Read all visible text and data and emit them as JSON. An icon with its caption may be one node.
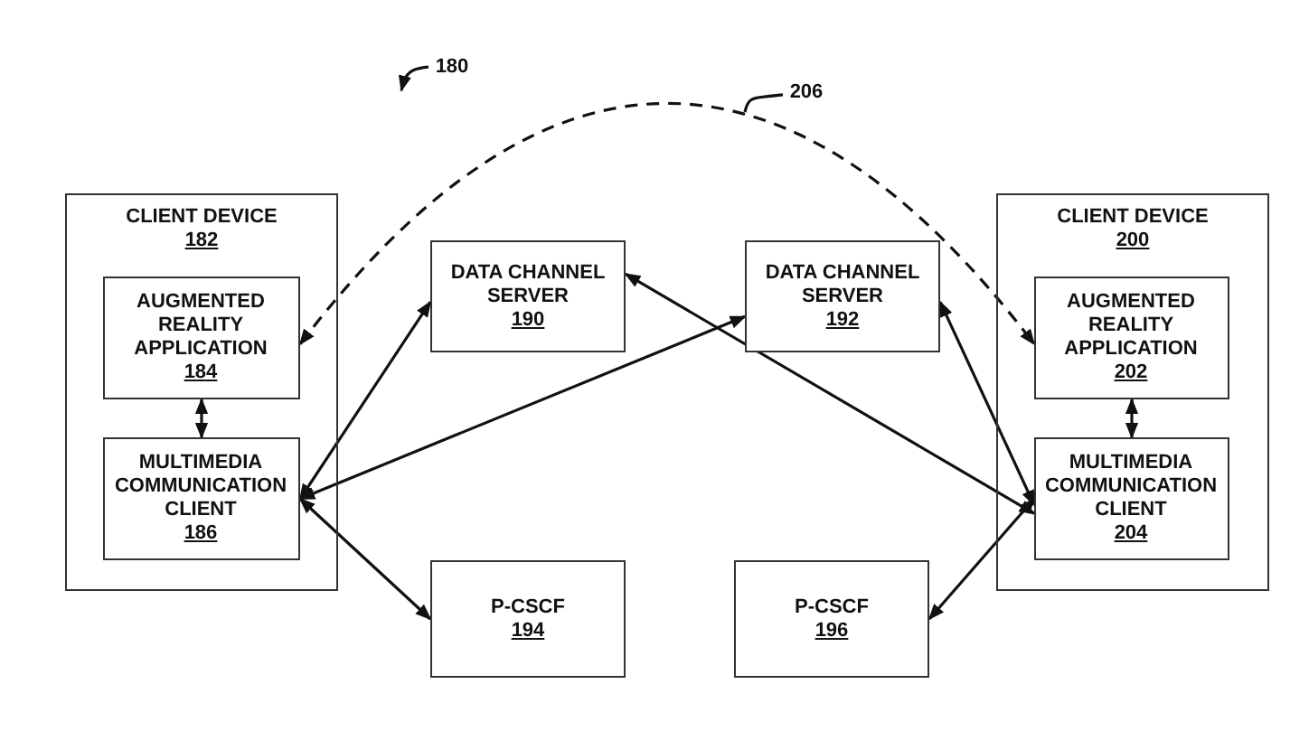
{
  "diagram": {
    "nodes": [
      {
        "text": [
          "CLIENT DEVICE",
          "182"
        ]
      },
      {
        "text": [
          "AUGMENTED REALITY APPLICATION",
          "184"
        ],
        "in": 0
      },
      {
        "text": [
          "MULTIMEDIA COMMUNICATION CLIENT",
          "186"
        ],
        "in": 0
      },
      {
        "text": [
          "DATA CHANNEL SERVER",
          "190"
        ]
      },
      {
        "text": [
          "DATA CHANNEL SERVER",
          "192"
        ]
      },
      {
        "text": [
          "CLIENT DEVICE",
          "200"
        ]
      },
      {
        "text": [
          "AUGMENTED REALITY APPLICATION",
          "202"
        ],
        "in": 5
      },
      {
        "text": [
          "MULTIMEDIA COMMUNICATION CLIENT",
          "204"
        ],
        "in": 5
      },
      {
        "text": [
          "P-CSCF",
          "194"
        ]
      },
      {
        "text": [
          "P-CSCF",
          "196"
        ]
      },
      {
        "text": [
          "206"
        ]
      },
      {
        "text": [
          "180"
        ]
      }
    ],
    "edges": [
      {
        "from": 1,
        "to": 2,
        "arrow": "both"
      },
      {
        "from": 2,
        "to": 3,
        "arrow": "both"
      },
      {
        "from": 2,
        "to": 4,
        "arrow": "both"
      },
      {
        "from": 3,
        "to": 7,
        "arrow": "both"
      },
      {
        "from": 4,
        "to": 7,
        "arrow": "both"
      },
      {
        "from": 2,
        "to": 8,
        "arrow": "both"
      },
      {
        "from": 7,
        "to": 9,
        "arrow": "both"
      },
      {
        "from": 6,
        "to": 7,
        "arrow": "both"
      },
      {
        "from": 1,
        "to": 6,
        "arrow": "both",
        "style": "dashed"
      },
      {
        "from": 10,
        "to": null,
        "arrow": "none"
      },
      {
        "from": 11,
        "to": null,
        "arrow": "to"
      }
    ]
  }
}
